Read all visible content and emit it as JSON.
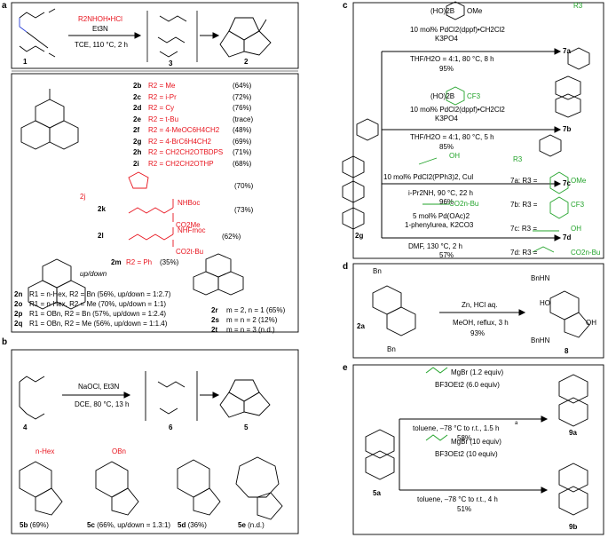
{
  "panels": {
    "a": "a",
    "b": "b",
    "c": "c",
    "d": "d",
    "e": "e"
  },
  "a": {
    "reagent": "R2NHOH•HCl",
    "base": "Et3N",
    "conditions": "TCE, 110 °C, 2 h",
    "sm": "1",
    "int": "3",
    "prod": "2",
    "list": [
      {
        "id": "2b",
        "r": "R2 = Me",
        "y": "(64%)"
      },
      {
        "id": "2c",
        "r": "R2 = i-Pr",
        "y": "(72%)"
      },
      {
        "id": "2d",
        "r": "R2 = Cy",
        "y": "(76%)"
      },
      {
        "id": "2e",
        "r": "R2 = t-Bu",
        "y": "(trace)"
      },
      {
        "id": "2f",
        "r": "R2 = 4-MeOC6H4CH2",
        "y": "(48%)"
      },
      {
        "id": "2g",
        "r": "R2 = 4-BrC6H4CH2",
        "y": "(69%)"
      },
      {
        "id": "2h",
        "r": "R2 = CH2CH2OTBDPS",
        "y": "(71%)"
      },
      {
        "id": "2i",
        "r": "R2 = CH2CH2OTHP",
        "y": "(68%)"
      }
    ],
    "j": {
      "id": "2j",
      "y": "(70%)"
    },
    "k": {
      "id": "2k",
      "g": "NHBoc",
      "g2": "CO2Me",
      "y": "(73%)"
    },
    "l": {
      "id": "2l",
      "g": "NHFmoc",
      "g2": "CO2t-Bu",
      "y": "(62%)"
    },
    "m": {
      "id": "2m",
      "r": "R2 = Ph",
      "y": "(35%)"
    },
    "updown": "up/down",
    "n": [
      {
        "id": "2n",
        "t": "R1 = n-Hex, R2 = Bn (56%, up/down = 1:2.7)"
      },
      {
        "id": "2o",
        "t": "R1 = n-Hex, R2 = Me (70%, up/down = 1:1)"
      },
      {
        "id": "2p",
        "t": "R1 = OBn, R2 = Bn (57%, up/down = 1:2.4)"
      },
      {
        "id": "2q",
        "t": "R1 = OBn, R2 = Me (56%, up/down = 1:1.4)"
      }
    ],
    "r": [
      {
        "id": "2r",
        "t": "m = 2, n = 1 (65%)"
      },
      {
        "id": "2s",
        "t": "m = n = 2 (12%)"
      },
      {
        "id": "2t",
        "t": "m = n = 3 (n.d.)"
      }
    ]
  },
  "b": {
    "reagent": "NaOCl, Et3N",
    "conditions": "DCE, 80 °C, 13 h",
    "sm": "4",
    "int": "6",
    "prod": "5",
    "items": [
      {
        "id": "5b",
        "y": "(69%)",
        "sub": "n-Hex"
      },
      {
        "id": "5c",
        "y": "(66%, up/down = 1.3:1)",
        "sub": "OBn"
      },
      {
        "id": "5d",
        "y": "(36%)"
      },
      {
        "id": "5e",
        "y": "(n.d.)"
      }
    ]
  },
  "c": {
    "sm": "2g",
    "a": {
      "reagent": "(HO)2B",
      "ome": "OMe",
      "cat": "10 mol% PdCl2(dppf)•CH2Cl2",
      "base": "K3PO4",
      "cond": "THF/H2O = 4:1, 80 °C, 8 h",
      "y": "95%",
      "p": "7a"
    },
    "b": {
      "reagent": "(HO)2B",
      "cf3": "CF3",
      "cat": "10 mol% PdCl2(dppf)•CH2Cl2",
      "base": "K3PO4",
      "cond": "THF/H2O = 4:1, 80 °C, 5 h",
      "y": "85%",
      "p": "7b"
    },
    "c": {
      "oh": "OH",
      "cat": "10 mol% PdCl2(PPh3)2, CuI",
      "cond": "i-Pr2NH, 90 °C, 22 h",
      "y": "96%",
      "p": "7c"
    },
    "d": {
      "ester": "CO2n-Bu",
      "cat": "5 mol% Pd(OAc)2",
      "add": "1-phenylurea, K2CO3",
      "cond": "DMF, 130 °C, 2 h",
      "y": "57%",
      "p": "7d"
    },
    "legend": [
      {
        "id": "7a",
        "r": "R3 =",
        "g": "OMe"
      },
      {
        "id": "7b",
        "r": "R3 =",
        "g": "CF3"
      },
      {
        "id": "7c",
        "r": "R3 =",
        "g": "OH"
      },
      {
        "id": "7d",
        "r": "R3 =",
        "g": "CO2n-Bu"
      }
    ],
    "r3": "R3"
  },
  "d": {
    "reagent": "Zn, HCl aq.",
    "cond": "MeOH, reflux, 3 h",
    "y": "93%",
    "sm": "2a",
    "prod": "8",
    "bnhn": "BnHN",
    "bnhn2": "BnHN",
    "oh": "OH",
    "ho": "HO",
    "bn": "Bn"
  },
  "e": {
    "sm": "5a",
    "top": {
      "reagent": "MgBr (1.2 equiv)",
      "lewis": "BF3OEt2 (6.0 equiv)",
      "cond": "toluene, –78 °C to r.t., 1.5 h",
      "sup": "a",
      "y": "58%",
      "p": "9a"
    },
    "bot": {
      "reagent": "MgBr (10 equiv)",
      "lewis": "BF3OEt2 (10 equiv)",
      "cond": "toluene, –78 °C to r.t., 4 h",
      "y": "51%",
      "p": "9b"
    }
  },
  "colors": {
    "red": "#e8141e",
    "blue": "#2a3fd6",
    "green": "#22a32a",
    "bond": "#000000"
  }
}
